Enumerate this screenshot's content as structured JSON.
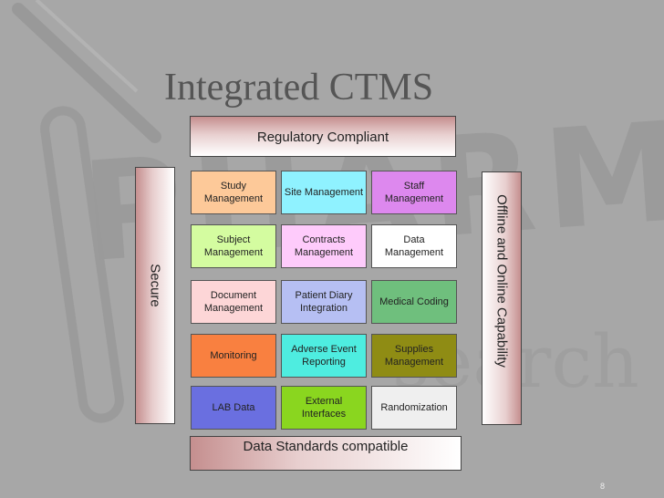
{
  "title": "Integrated CTMS",
  "top_bar": "Regulatory Compliant",
  "bottom_bar": "Data Standards compatible",
  "left_bar": "Secure",
  "right_bar": "Offline and Online Capability",
  "modules": [
    {
      "label": "Study Management",
      "color": "#fdc999"
    },
    {
      "label": "Site Management",
      "color": "#8ff2ff"
    },
    {
      "label": "Staff Management",
      "color": "#dd88ee"
    },
    {
      "label": "Subject Management",
      "color": "#d4fca0"
    },
    {
      "label": "Contracts Management",
      "color": "#fecbfb"
    },
    {
      "label": "Data Management",
      "color": "#ffffff"
    },
    {
      "label": "Document Management",
      "color": "#fdd6d7"
    },
    {
      "label": "Patient Diary Integration",
      "color": "#b6bff3"
    },
    {
      "label": "Medical Coding",
      "color": "#6fbf7d"
    },
    {
      "label": "Monitoring",
      "color": "#f98040"
    },
    {
      "label": "Adverse Event Reporting",
      "color": "#4eede0"
    },
    {
      "label": "Supplies Management",
      "color": "#8f8c14"
    },
    {
      "label": "LAB Data",
      "color": "#6a6fe0"
    },
    {
      "label": "External Interfaces",
      "color": "#8ad61f"
    },
    {
      "label": "Randomization",
      "color": "#efefef"
    }
  ],
  "page_number": "8"
}
